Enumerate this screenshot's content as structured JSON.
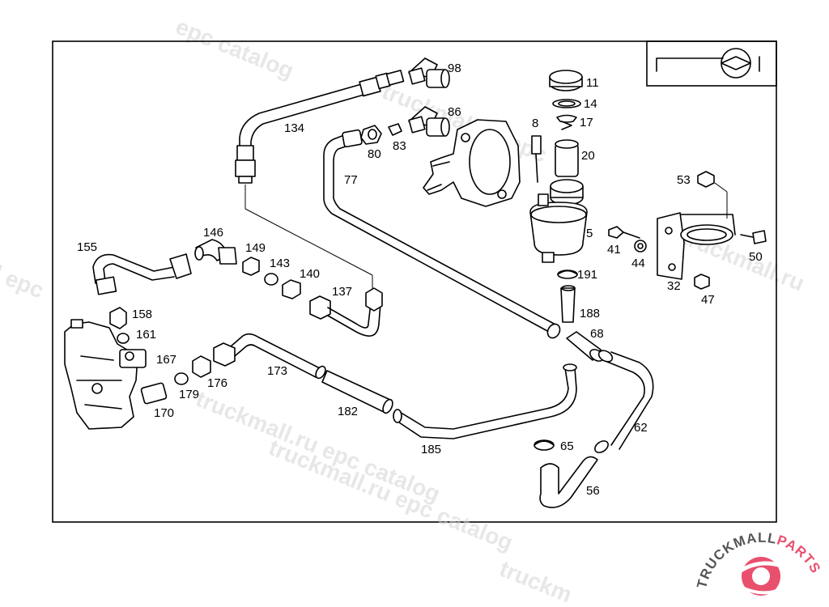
{
  "watermark_text": "truckmall.ru epc catalog",
  "partial_watermarks": [
    "epc catalog",
    "truckmall.ru epc",
    "l epc",
    "truckmall.ru epc catalog",
    "truckmall.ru",
    "truckmall.ru epc catalog",
    "truckm"
  ],
  "logo": {
    "text_dark": "TRUCKMALL",
    "text_accent": "PARTS",
    "accent_color": "#e8506e",
    "dark_color": "#555555"
  },
  "callouts": [
    "98",
    "134",
    "86",
    "8",
    "11",
    "14",
    "17",
    "20",
    "80",
    "83",
    "77",
    "53",
    "5",
    "41",
    "44",
    "50",
    "32",
    "47",
    "191",
    "188",
    "68",
    "155",
    "146",
    "149",
    "143",
    "140",
    "137",
    "158",
    "161",
    "167",
    "176",
    "179",
    "170",
    "173",
    "182",
    "185",
    "65",
    "62",
    "56"
  ]
}
